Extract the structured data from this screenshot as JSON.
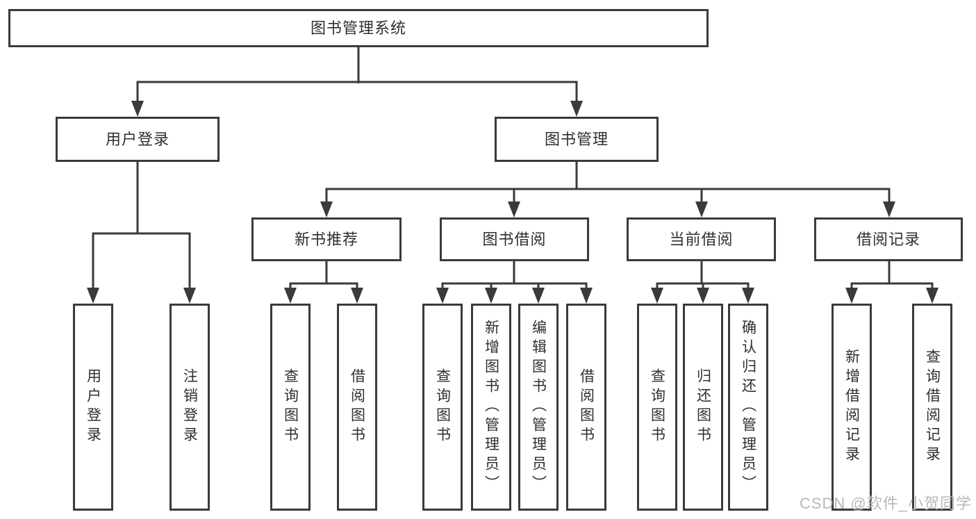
{
  "colors": {
    "line": "#3a3a3a",
    "text": "#2f2f2f",
    "background": "#ffffff",
    "watermark": "#b5b9bd"
  },
  "watermark": {
    "text": "CSDN @软件_小贺同学"
  },
  "tree": {
    "root": {
      "label": "图书管理系统",
      "children": [
        {
          "label": "用户登录",
          "children": [
            {
              "label": "用户登录"
            },
            {
              "label": "注销登录"
            }
          ]
        },
        {
          "label": "图书管理",
          "children": [
            {
              "label": "新书推荐",
              "children": [
                {
                  "label": "查询图书"
                },
                {
                  "label": "借阅图书"
                }
              ]
            },
            {
              "label": "图书借阅",
              "children": [
                {
                  "label": "查询图书"
                },
                {
                  "label": "新增图书（管理员）"
                },
                {
                  "label": "编辑图书（管理员）"
                },
                {
                  "label": "借阅图书"
                }
              ]
            },
            {
              "label": "当前借阅",
              "children": [
                {
                  "label": "查询图书"
                },
                {
                  "label": "归还图书"
                },
                {
                  "label": "确认归还（管理员）"
                }
              ]
            },
            {
              "label": "借阅记录",
              "children": [
                {
                  "label": "新增借阅记录"
                },
                {
                  "label": "查询借阅记录"
                }
              ]
            }
          ]
        }
      ]
    }
  }
}
